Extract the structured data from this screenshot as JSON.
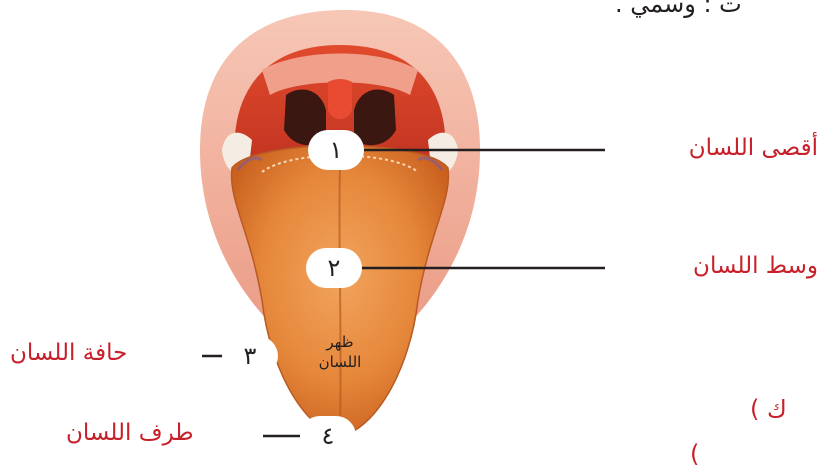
{
  "top_text": "ت : وسمي .",
  "side_text_1": "ك )",
  "side_text_2": ")",
  "labels": [
    {
      "number": "١",
      "text": "أقصى اللسان"
    },
    {
      "number": "٢",
      "text": "وسط اللسان"
    },
    {
      "number": "٣",
      "text": "حافة اللسان"
    },
    {
      "number": "٤",
      "text": "طرف اللسان"
    }
  ],
  "dorsum_label_line1": "ظهر",
  "dorsum_label_line2": "اللسان",
  "colors": {
    "label_red": "#c8202a",
    "leader_line": "#231f20",
    "tongue": "#e0842e",
    "lips": "#f4b6a4",
    "throat": "#c22c1d"
  }
}
